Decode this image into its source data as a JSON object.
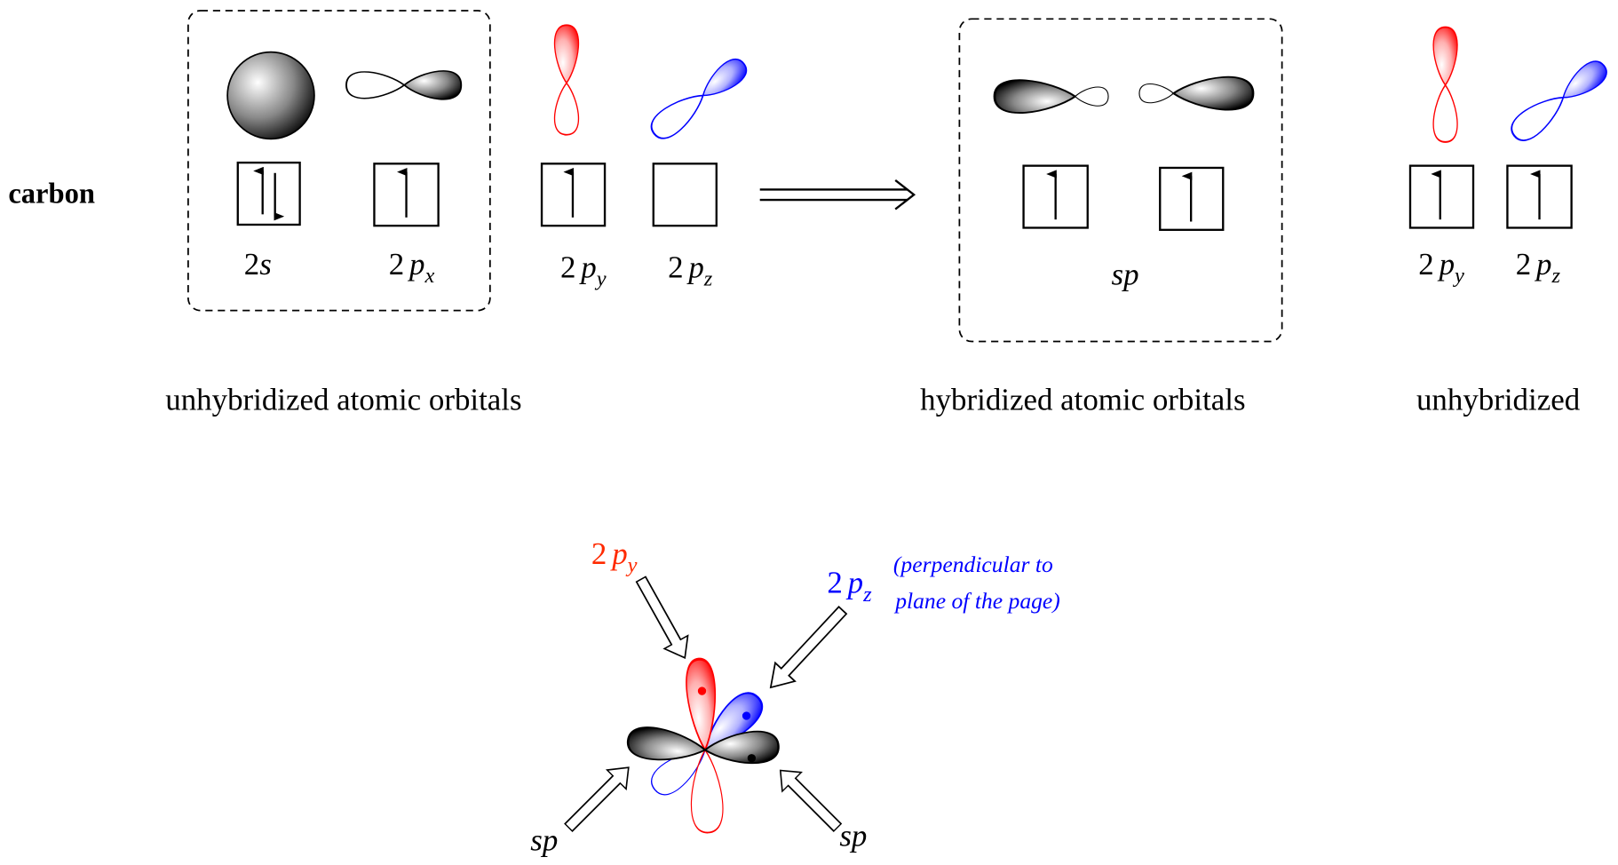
{
  "element_label": "carbon",
  "before": {
    "group_caption": "unhybridized atomic orbitals",
    "orbitals": [
      {
        "n": "2",
        "l": "s",
        "sub": "",
        "electrons": "paired"
      },
      {
        "n": "2",
        "l": "p",
        "sub": "x",
        "electrons": "single"
      },
      {
        "n": "2",
        "l": "p",
        "sub": "y",
        "electrons": "single"
      },
      {
        "n": "2",
        "l": "p",
        "sub": "z",
        "electrons": "empty"
      }
    ]
  },
  "after": {
    "hybrid_caption": "hybridized atomic orbitals",
    "hybrid_label": "sp",
    "unhybridized_caption": "unhybridized",
    "unhybridized": [
      {
        "n": "2",
        "l": "p",
        "sub": "y"
      },
      {
        "n": "2",
        "l": "p",
        "sub": "z"
      }
    ]
  },
  "geometry_figure": {
    "py_label": {
      "n": "2",
      "l": "p",
      "sub": "y"
    },
    "pz_label": {
      "n": "2",
      "l": "p",
      "sub": "z"
    },
    "pz_note_line1": "(perpendicular to",
    "pz_note_line2": "plane of the  page)",
    "sp_left": "sp",
    "sp_right": "sp"
  },
  "colors": {
    "py": "#ff0000",
    "pz": "#0000ff",
    "sp": "#000000"
  }
}
